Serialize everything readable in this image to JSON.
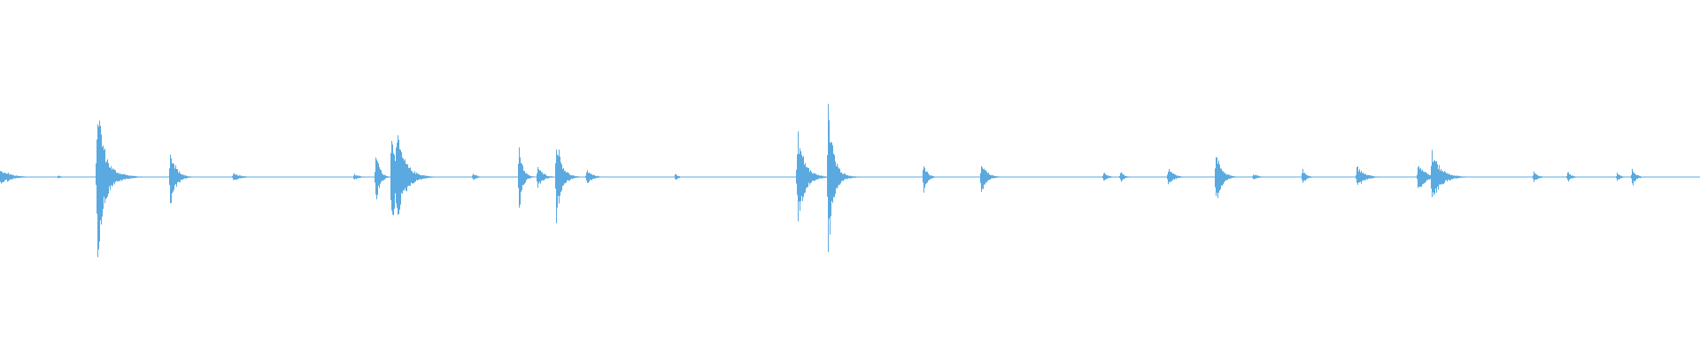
{
  "waveform": {
    "color": "#5aa9e0",
    "background": "#ffffff",
    "baseline_amplitude": 0.004,
    "events": [
      {
        "t": 0.0,
        "amp": 0.08,
        "decay": 0.006
      },
      {
        "t": 0.004,
        "amp": 0.06,
        "decay": 0.004
      },
      {
        "t": 0.034,
        "amp": 0.02,
        "decay": 0.002
      },
      {
        "t": 0.057,
        "amp": 1.0,
        "decay": 0.004
      },
      {
        "t": 0.061,
        "amp": 0.25,
        "decay": 0.006
      },
      {
        "t": 0.1,
        "amp": 0.38,
        "decay": 0.003
      },
      {
        "t": 0.137,
        "amp": 0.05,
        "decay": 0.004
      },
      {
        "t": 0.208,
        "amp": 0.04,
        "decay": 0.003
      },
      {
        "t": 0.221,
        "amp": 0.35,
        "decay": 0.002
      },
      {
        "t": 0.23,
        "amp": 0.68,
        "decay": 0.003
      },
      {
        "t": 0.233,
        "amp": 0.55,
        "decay": 0.005
      },
      {
        "t": 0.278,
        "amp": 0.05,
        "decay": 0.002
      },
      {
        "t": 0.305,
        "amp": 0.46,
        "decay": 0.002
      },
      {
        "t": 0.316,
        "amp": 0.14,
        "decay": 0.003
      },
      {
        "t": 0.327,
        "amp": 0.54,
        "decay": 0.003
      },
      {
        "t": 0.345,
        "amp": 0.1,
        "decay": 0.003
      },
      {
        "t": 0.397,
        "amp": 0.04,
        "decay": 0.002
      },
      {
        "t": 0.469,
        "amp": 0.56,
        "decay": 0.004
      },
      {
        "t": 0.487,
        "amp": 0.95,
        "decay": 0.003
      },
      {
        "t": 0.49,
        "amp": 0.12,
        "decay": 0.005
      },
      {
        "t": 0.543,
        "amp": 0.2,
        "decay": 0.002
      },
      {
        "t": 0.577,
        "amp": 0.2,
        "decay": 0.003
      },
      {
        "t": 0.649,
        "amp": 0.07,
        "decay": 0.002
      },
      {
        "t": 0.659,
        "amp": 0.07,
        "decay": 0.002
      },
      {
        "t": 0.687,
        "amp": 0.11,
        "decay": 0.003
      },
      {
        "t": 0.715,
        "amp": 0.34,
        "decay": 0.003
      },
      {
        "t": 0.737,
        "amp": 0.04,
        "decay": 0.003
      },
      {
        "t": 0.766,
        "amp": 0.1,
        "decay": 0.002
      },
      {
        "t": 0.798,
        "amp": 0.14,
        "decay": 0.004
      },
      {
        "t": 0.834,
        "amp": 0.18,
        "decay": 0.004
      },
      {
        "t": 0.842,
        "amp": 0.32,
        "decay": 0.005
      },
      {
        "t": 0.902,
        "amp": 0.08,
        "decay": 0.002
      },
      {
        "t": 0.922,
        "amp": 0.07,
        "decay": 0.002
      },
      {
        "t": 0.951,
        "amp": 0.05,
        "decay": 0.002
      },
      {
        "t": 0.96,
        "amp": 0.12,
        "decay": 0.002
      }
    ]
  }
}
